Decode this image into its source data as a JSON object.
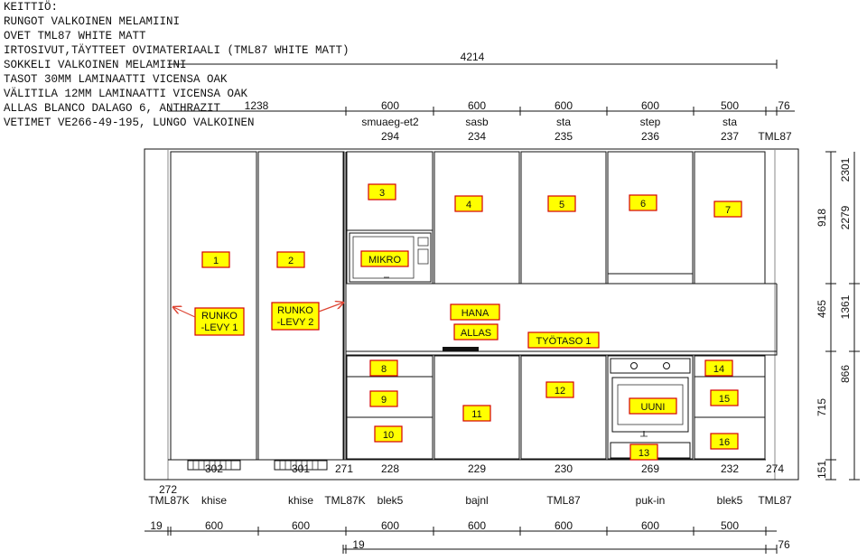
{
  "notes": [
    "KEITTIÖ:",
    "RUNGOT VALKOINEN MELAMIINI",
    "OVET TML87 WHITE MATT",
    "IRTOSIVUT,TÄYTTEET OVIMATERIAALI (TML87 WHITE MATT)",
    "SOKKELI VALKOINEN MELAMIINI",
    "TASOT 30MM LAMINAATTI VICENSA OAK",
    "VÄLITILA 12MM LAMINAATTI VICENSA OAK",
    "ALLAS BLANCO DALAGO 6, ANTHRAZIT",
    "VETIMET VE266-49-195, LUNGO VALKOINEN"
  ],
  "top_dims": {
    "overall": "4214",
    "left": "1238",
    "widths": [
      "600",
      "600",
      "600",
      "600",
      "500",
      "76"
    ],
    "codes": [
      "smuaeg-et2",
      "sasb",
      "sta",
      "step",
      "sta",
      "TML87"
    ],
    "nums": [
      "294",
      "234",
      "235",
      "236",
      "237"
    ]
  },
  "labels": {
    "l1": "1",
    "l2": "2",
    "l3": "3",
    "l4": "4",
    "l5": "5",
    "l6": "6",
    "l7": "7",
    "l8": "8",
    "l9": "9",
    "l10": "10",
    "l11": "11",
    "l12": "12",
    "l13": "13",
    "l14": "14",
    "l15": "15",
    "l16": "16",
    "mikro": "MIKRO",
    "hana": "HANA",
    "allas": "ALLAS",
    "tyotaso": "TYÖTASO 1",
    "uuni": "UUNI",
    "runko1_a": "RUNKO",
    "runko1_b": "-LEVY 1",
    "runko2_a": "RUNKO",
    "runko2_b": "-LEVY 2"
  },
  "right_dims": [
    "918",
    "2279",
    "2301",
    "465",
    "1361",
    "866",
    "715",
    "151"
  ],
  "bottom_nums": [
    "272",
    "302",
    "301",
    "271",
    "228",
    "229",
    "230",
    "269",
    "232",
    "274"
  ],
  "bottom_codes": [
    "TML87K",
    "khise",
    "khise",
    "TML87K",
    "blek5",
    "bajnl",
    "TML87",
    "puk-in",
    "blek5",
    "TML87"
  ],
  "bottom_widths": [
    "19",
    "600",
    "600",
    "600",
    "600",
    "600",
    "600",
    "500"
  ],
  "bottom_extra": [
    "19",
    "76"
  ]
}
